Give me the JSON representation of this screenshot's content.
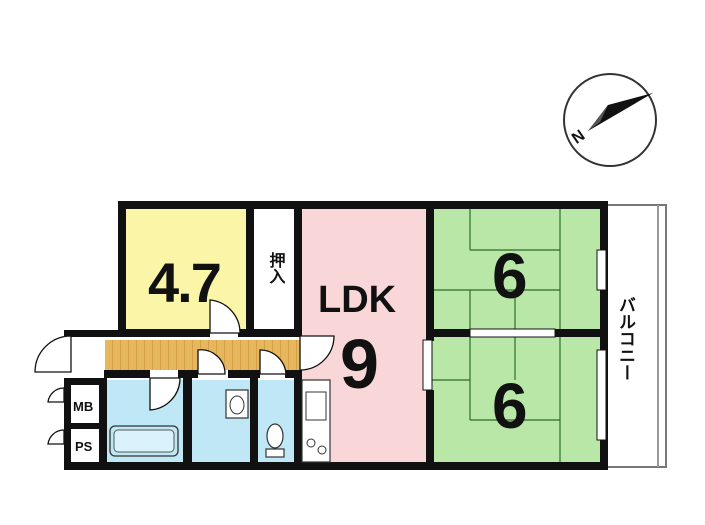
{
  "floorplan": {
    "rooms": {
      "western_room": {
        "size": "4.7",
        "color": "#fbf6a7"
      },
      "closet": {
        "label": "押入"
      },
      "ldk": {
        "label": "LDK",
        "size": "9",
        "color": "#f9d7d8"
      },
      "tatami_upper": {
        "size": "6",
        "color": "#b9e7a8"
      },
      "tatami_lower": {
        "size": "6",
        "color": "#b9e7a8"
      },
      "balcony": {
        "label": "バルコニー"
      },
      "meter_box": {
        "label": "MB"
      },
      "pipe_space": {
        "label": "PS"
      }
    },
    "colors": {
      "wall": "#111111",
      "wet_area": "#bfe7f5",
      "corridor_floor": "#e7b75e",
      "tatami_line": "#2f6a2a"
    },
    "compass": {
      "north_label": "N"
    }
  }
}
